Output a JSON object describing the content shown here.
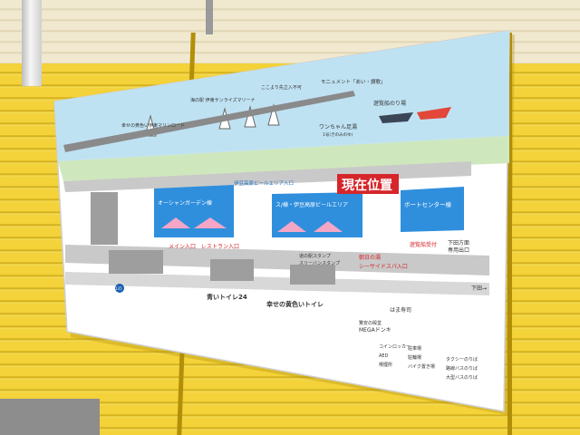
{
  "sign": {
    "labels": {
      "marina": "海の駅 伊東サンライズマリーナ",
      "promenade": "幸せの黄色い伊東マリンロード",
      "nokeep": "ここより先立入不可",
      "monument": "モニュメント「あい・讃歌」",
      "ferry": "遊覧船のり場",
      "dog": "ワンちゃん足湯",
      "dog_sub": "1号(きのみのゆ)",
      "current": "現在位置",
      "ocean": "オーシャンガーデン棟",
      "beer1": "伊豆高原ビールエリア入口",
      "beer2": "ス/棟・伊豆高原ビールエリア",
      "boat": "ボートセンター棟",
      "main": "メイン入口",
      "rest": "レストラン入口",
      "asahi": "朝日の湯",
      "seaside": "シーサイドスパ入口",
      "stamp": "道の駅スタンプ",
      "stamp2": "スリーバンスタンプ",
      "shimoda_exit": "下田方面",
      "shimoda_exit2": "専用出口",
      "ferry_ticket": "遊覧船受付",
      "shimoda": "下田→",
      "toilet24": "青いトイレ24",
      "yellow_toilet": "幸せの黄色いトイレ",
      "hama": "はま寿司",
      "mega": "驚安の殿堂",
      "mega2": "MEGAドンキ",
      "route": "135",
      "legend_coin": "コインロッカー",
      "legend_aed": "AED",
      "legend_smoke": "喫煙所",
      "legend_parking": "駐車場",
      "legend_bike": "駐輪場",
      "legend_moto": "バイク置き場",
      "legend_taxi": "タクシーのりば",
      "legend_bus": "路線バスのりば",
      "legend_bigbus": "大型バスのりば"
    }
  },
  "colors": {
    "wall": "#f3d23a",
    "sea": "#bfe2f3",
    "road": "#c9c9c9",
    "building": "#2f8fdd",
    "accent_red": "#d6262b",
    "label_blue": "#1a73c9"
  }
}
